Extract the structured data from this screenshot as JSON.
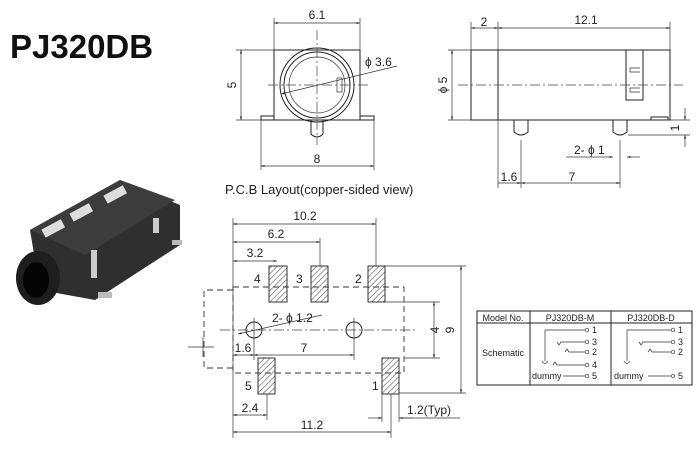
{
  "title": "PJ320DB",
  "front_view": {
    "width_top": "6.1",
    "height": "5",
    "diameter": "ϕ 3.6",
    "width_bottom": "8"
  },
  "side_view": {
    "front_len": "2",
    "body_len": "12.1",
    "diameter": "ϕ 5",
    "pin_height": "1",
    "pin_dia": "2- ϕ 1",
    "offset": "1.6",
    "pitch": "7"
  },
  "pcb_layout": {
    "label": "P.C.B Layout(copper-sided view)",
    "dims": {
      "d10_2": "10.2",
      "d6_2": "6.2",
      "d3_2": "3.2",
      "hole": "2- ϕ 1.2",
      "d1_6": "1.6",
      "d7": "7",
      "d4": "4",
      "d9": "9",
      "d2_4": "2.4",
      "d11_2": "11.2",
      "pad_w": "1.2(Typ)"
    },
    "pads": [
      "1",
      "2",
      "3",
      "4",
      "5"
    ]
  },
  "table": {
    "headers": [
      "Model No.",
      "PJ320DB-M",
      "PJ320DB-D"
    ],
    "row_label": "Schematic",
    "m_pins": [
      "1",
      "3",
      "2",
      "4",
      "5"
    ],
    "d_pins": [
      "1",
      "3",
      "2",
      "5"
    ],
    "dummy": "dummy"
  },
  "colors": {
    "line": "#222222",
    "pad_hatch": "#555555",
    "jack_body": "#2a2a2a"
  }
}
